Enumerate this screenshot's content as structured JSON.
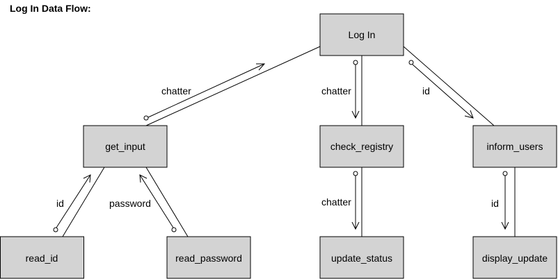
{
  "title": "Log In Data Flow:",
  "colors": {
    "node_fill": "#d3d3d3",
    "stroke": "#000000",
    "background": "#ffffff"
  },
  "nodes": {
    "log_in": "Log In",
    "get_input": "get_input",
    "check_registry": "check_registry",
    "inform_users": "inform_users",
    "read_id": "read_id",
    "read_password": "read_password",
    "update_status": "update_status",
    "display_update": "display_update"
  },
  "flows": {
    "get_input_to_log_in": "chatter",
    "log_in_to_check_registry": "chatter",
    "log_in_to_inform_users": "id",
    "read_id_to_get_input": "id",
    "read_password_to_get_input": "password",
    "check_registry_to_update_status": "chatter",
    "inform_users_to_display_update": "id"
  }
}
